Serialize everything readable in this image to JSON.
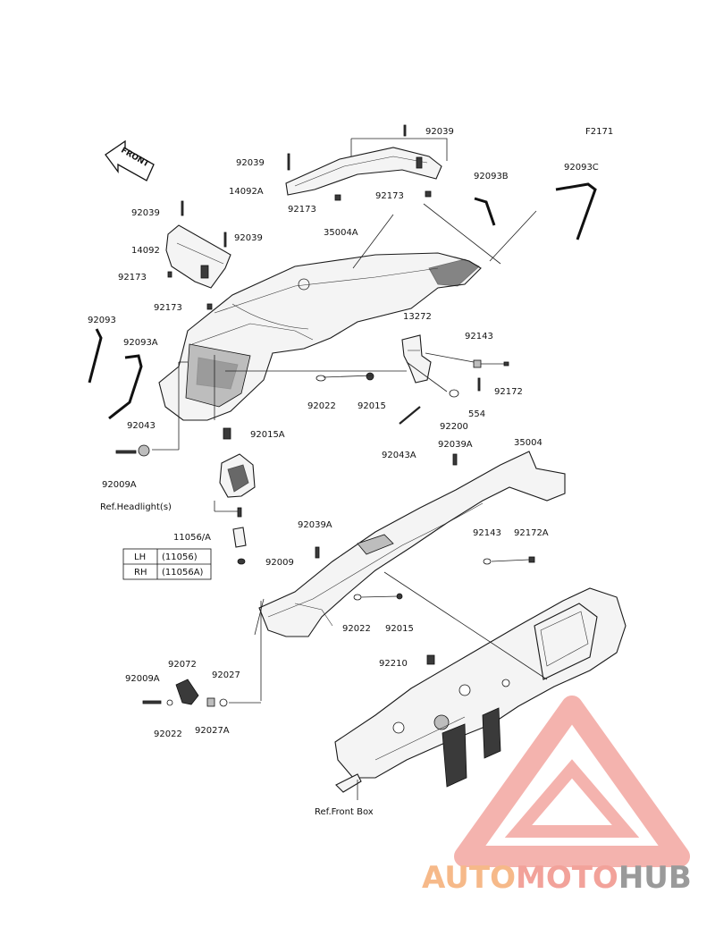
{
  "figure_code": "F2171",
  "front_arrow_text": "FRONT",
  "labels": {
    "p92039_top": "92039",
    "p92039_left": "92039",
    "p14092A": "14092A",
    "p92173_a": "92173",
    "p92173_b": "92173",
    "p92093B": "92093B",
    "p92093C": "92093C",
    "p92039_b": "92039",
    "p14092": "14092",
    "p92039_c": "92039",
    "p35004A": "35004A",
    "p92173_c": "92173",
    "p92173_d": "92173",
    "p13272": "13272",
    "p92093": "92093",
    "p92093A": "92093A",
    "p92143_a": "92143",
    "p92022_a": "92022",
    "p92015_a": "92015",
    "p92172": "92172",
    "p554": "554",
    "p92200": "92200",
    "p92043": "92043",
    "p92015A": "92015A",
    "p92043A": "92043A",
    "p92009A_a": "92009A",
    "p92039A_a": "92039A",
    "p35004": "35004",
    "ref_headlight": "Ref.Headlight(s)",
    "p11056": "11056/A",
    "p92039A_b": "92039A",
    "p92143_b": "92143",
    "p92172A": "92172A",
    "p92009": "92009",
    "p92022_b": "92022",
    "p92015_b": "92015",
    "p92210": "92210",
    "p92072": "92072",
    "p92009A_b": "92009A",
    "p92027": "92027",
    "p92022_c": "92022",
    "p92027A": "92027A",
    "ref_front_box": "Ref.Front Box"
  },
  "variant_table": {
    "rows": [
      {
        "side": "LH",
        "part": "(11056)"
      },
      {
        "side": "RH",
        "part": "(11056A)"
      }
    ]
  },
  "watermark": {
    "part1": "AUTO",
    "part2": "MOTO",
    "part3": "HUB",
    "color1": "#f6b989",
    "color2": "#f2a29a",
    "color3": "#9a9a9a",
    "logo_color": "#f3a6a0"
  }
}
